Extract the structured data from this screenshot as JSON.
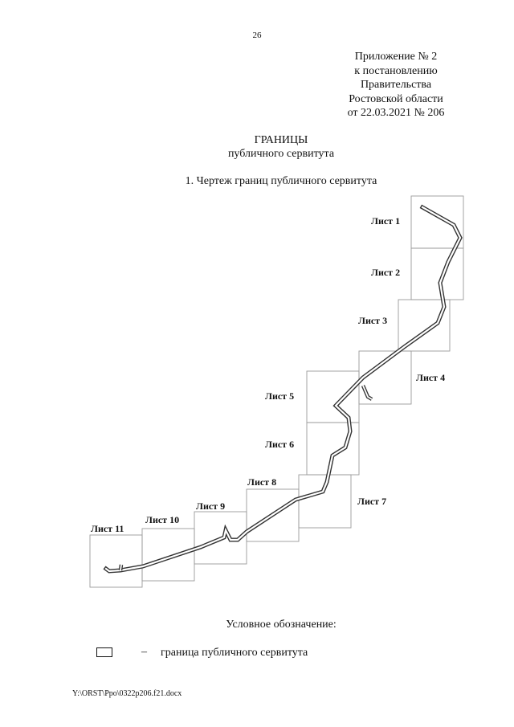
{
  "page_number": "26",
  "appendix": {
    "line1": "Приложение № 2",
    "line2": "к постановлению",
    "line3": "Правительства",
    "line4": "Ростовской области",
    "line5": "от 22.03.2021 № 206"
  },
  "title": "ГРАНИЦЫ",
  "subtitle": "публичного сервитута",
  "section_heading": "1. Чертеж границ публичного сервитута",
  "sheets": [
    "Лист 1",
    "Лист 2",
    "Лист 3",
    "Лист 4",
    "Лист 5",
    "Лист 6",
    "Лист 7",
    "Лист 8",
    "Лист 9",
    "Лист 10",
    "Лист 11"
  ],
  "legend": {
    "title": "Условное обозначение:",
    "dash": "–",
    "label": "граница публичного сервитута"
  },
  "file_path": "Y:\\ORST\\Ppo\\0322p206.f21.docx"
}
